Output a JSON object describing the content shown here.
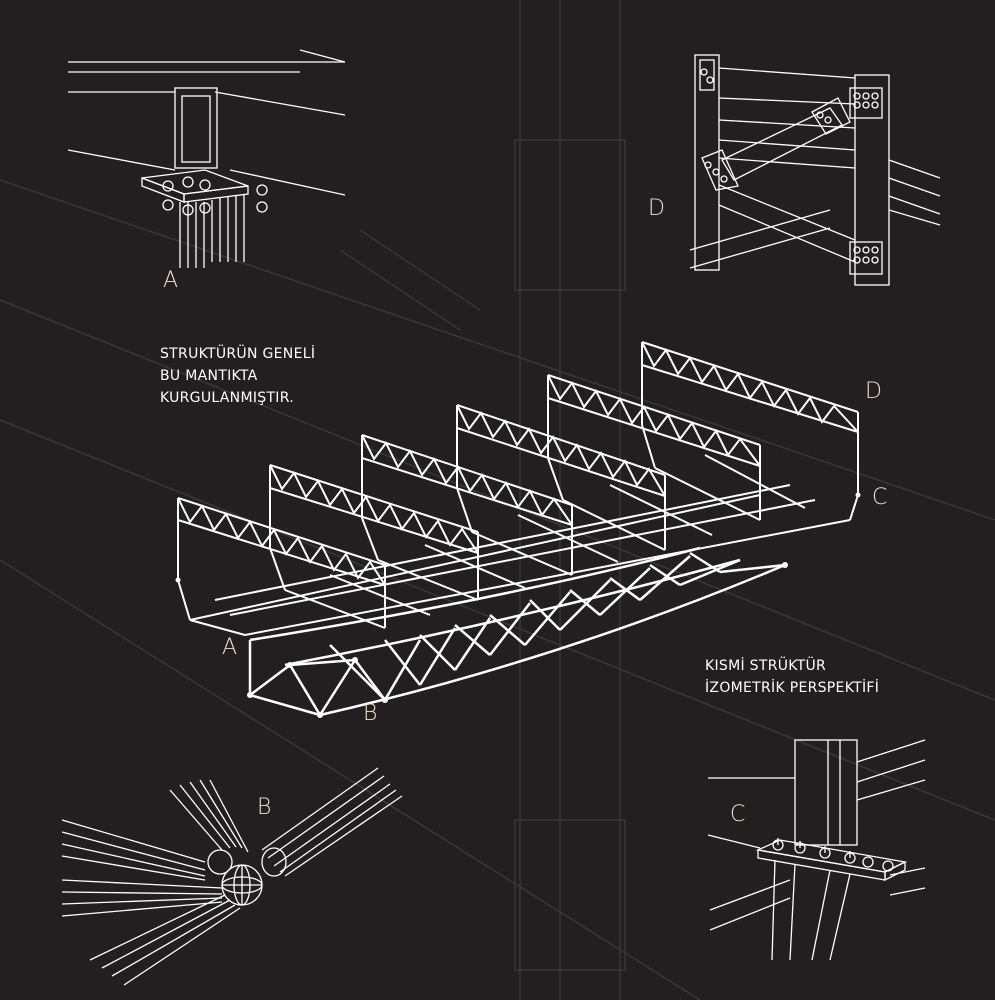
{
  "labels": {
    "detail_a": "A",
    "detail_b": "B",
    "detail_c": "C",
    "detail_d": "D",
    "main_a": "A",
    "main_b": "B",
    "main_c": "C",
    "main_d": "D"
  },
  "captions": {
    "overview_line1": "STRUKTÜRÜN GENELİ",
    "overview_line2": "BU MANTIKTA",
    "overview_line3": "KURGULANMIŞTIR.",
    "iso_line1": "KISMİ STRÜKTÜR",
    "iso_line2": "İZOMETRİK PERSPEKTİFİ"
  },
  "colors": {
    "background": "#231f20",
    "line": "#ffffff",
    "label": "#e8e6c8"
  }
}
